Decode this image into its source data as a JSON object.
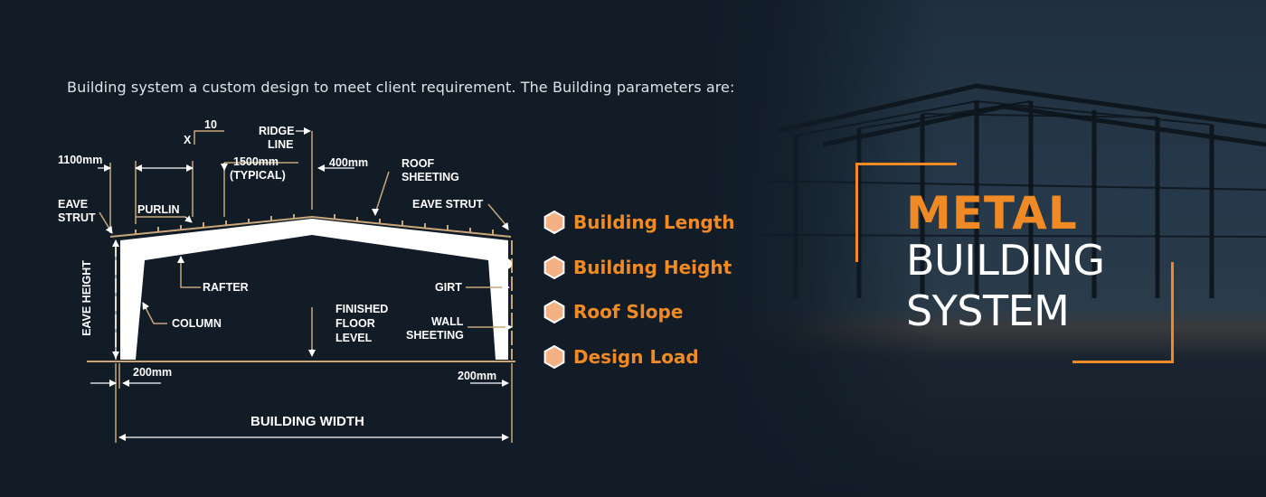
{
  "intro_text": "Building system a custom design to meet client requirement. The Building parameters are:",
  "diagram": {
    "labels": {
      "x": "X",
      "ten": "10",
      "ridge_line_1": "RIDGE",
      "ridge_line_2": "LINE",
      "mm1100": "1100mm",
      "mm1500_1": "1500mm",
      "mm1500_2": "(TYPICAL)",
      "mm400": "400mm",
      "roof_sheeting_1": "ROOF",
      "roof_sheeting_2": "SHEETING",
      "eave_strut_left_1": "EAVE",
      "eave_strut_left_2": "STRUT",
      "purlin": "PURLIN",
      "eave_strut_right": "EAVE STRUT",
      "eave_height": "EAVE HEIGHT",
      "rafter": "RAFTER",
      "girt": "GIRT",
      "column": "COLUMN",
      "finished_1": "FINISHED",
      "finished_2": "FLOOR",
      "finished_3": "LEVEL",
      "wall_1": "WALL",
      "wall_2": "SHEETING",
      "mm200_left": "200mm",
      "mm200_right": "200mm",
      "building_width": "BUILDING WIDTH"
    }
  },
  "parameters": [
    "Building Length",
    "Building Height",
    "Roof Slope",
    "Design Load"
  ],
  "title": {
    "line1": "METAL",
    "line2": "BUILDING",
    "line3": "SYSTEM"
  },
  "colors": {
    "accent": "#f08a24",
    "background": "#111c27",
    "hexagon_fill": "#f4b183"
  }
}
